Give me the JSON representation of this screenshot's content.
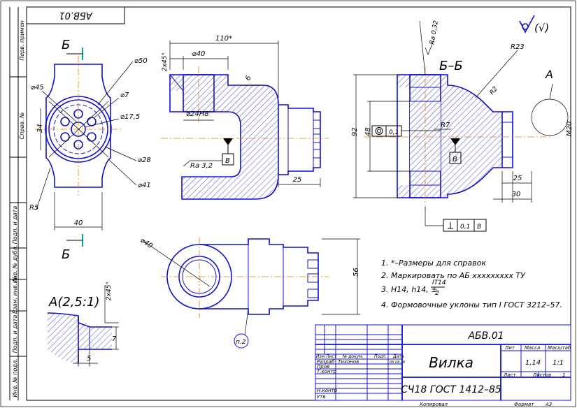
{
  "stamp_top": "АБВ.01",
  "left_strip": {
    "perv_primen": "Перв. примен",
    "sprav_no": "Справ. №",
    "podp_data1": "Подп. и дата",
    "inv_dubl": "Инв. № дубл.",
    "vzam_inv": "Взам. инв. №",
    "podp_data2": "Подп. и дата",
    "inv_podl": "Инв. № подл."
  },
  "roughness_general": "(√)",
  "section_labels": {
    "cut_letter": "Б",
    "section_title": "Б–Б",
    "detail_a": "А",
    "detail_a_title": "А(2,5:1)",
    "datum_b": "В",
    "note_ref": "п.2"
  },
  "dimensions": {
    "d110": "110*",
    "d40_top": "⌀40",
    "chamfer_top": "2х45°",
    "d6": "6",
    "d24": "⌀24Н8",
    "ra32": "Ra 3,2",
    "d25_front": "25",
    "d45": "⌀45",
    "d50": "⌀50",
    "d7": "⌀7",
    "d175": "⌀17,5",
    "d28": "⌀28",
    "d41": "⌀41",
    "d34": "34",
    "r5": "R5",
    "d40_left": "40",
    "ra032": "Ra 0,32",
    "r23": "R23",
    "r2": "R2",
    "r7": "R7",
    "d92": "92",
    "d48": "48",
    "tol_conc": "0,1",
    "m20": "М20",
    "d25_sec": "25",
    "d30": "30",
    "tol_perp": "0,1",
    "d40_bot": "⌀40",
    "d56": "56",
    "chamfer_det": "2х45°",
    "d7_det": "7",
    "d5_det": "5"
  },
  "notes": [
    "1. *–Размеры для справок",
    "2. Маркировать по АБ ххххххххх ТУ",
    "3. Н14, h14, ±",
    "4. Формовочные уклоны тип I ГОСТ 3212–57."
  ],
  "note3_fraction": {
    "num": "IT14",
    "den": "2"
  },
  "title_block": {
    "designation": "АБВ.01",
    "name": "Вилка",
    "material": "СЧ18  ГОСТ 1412–85",
    "col_izm": "Изм",
    "col_list": "Лист",
    "col_docnum": "№ докум.",
    "col_podp": "Подп.",
    "col_data": "Дата",
    "row_razrab": "Разраб",
    "row_prov": "Пров",
    "row_tkontr": "Т.контр",
    "row_nkontr": "Н.контр",
    "row_utv": "Утв",
    "author": "Тихонов",
    "date": "06.08.16",
    "lit": "Лит",
    "massa": "Масса",
    "masshtab": "Масштаб",
    "massa_val": "1,14",
    "masshtab_val": "1:1",
    "list": "Лист",
    "listov": "Листов",
    "listov_val": "1",
    "kopiroval": "Копировал",
    "format": "Формат",
    "format_val": "А3"
  }
}
